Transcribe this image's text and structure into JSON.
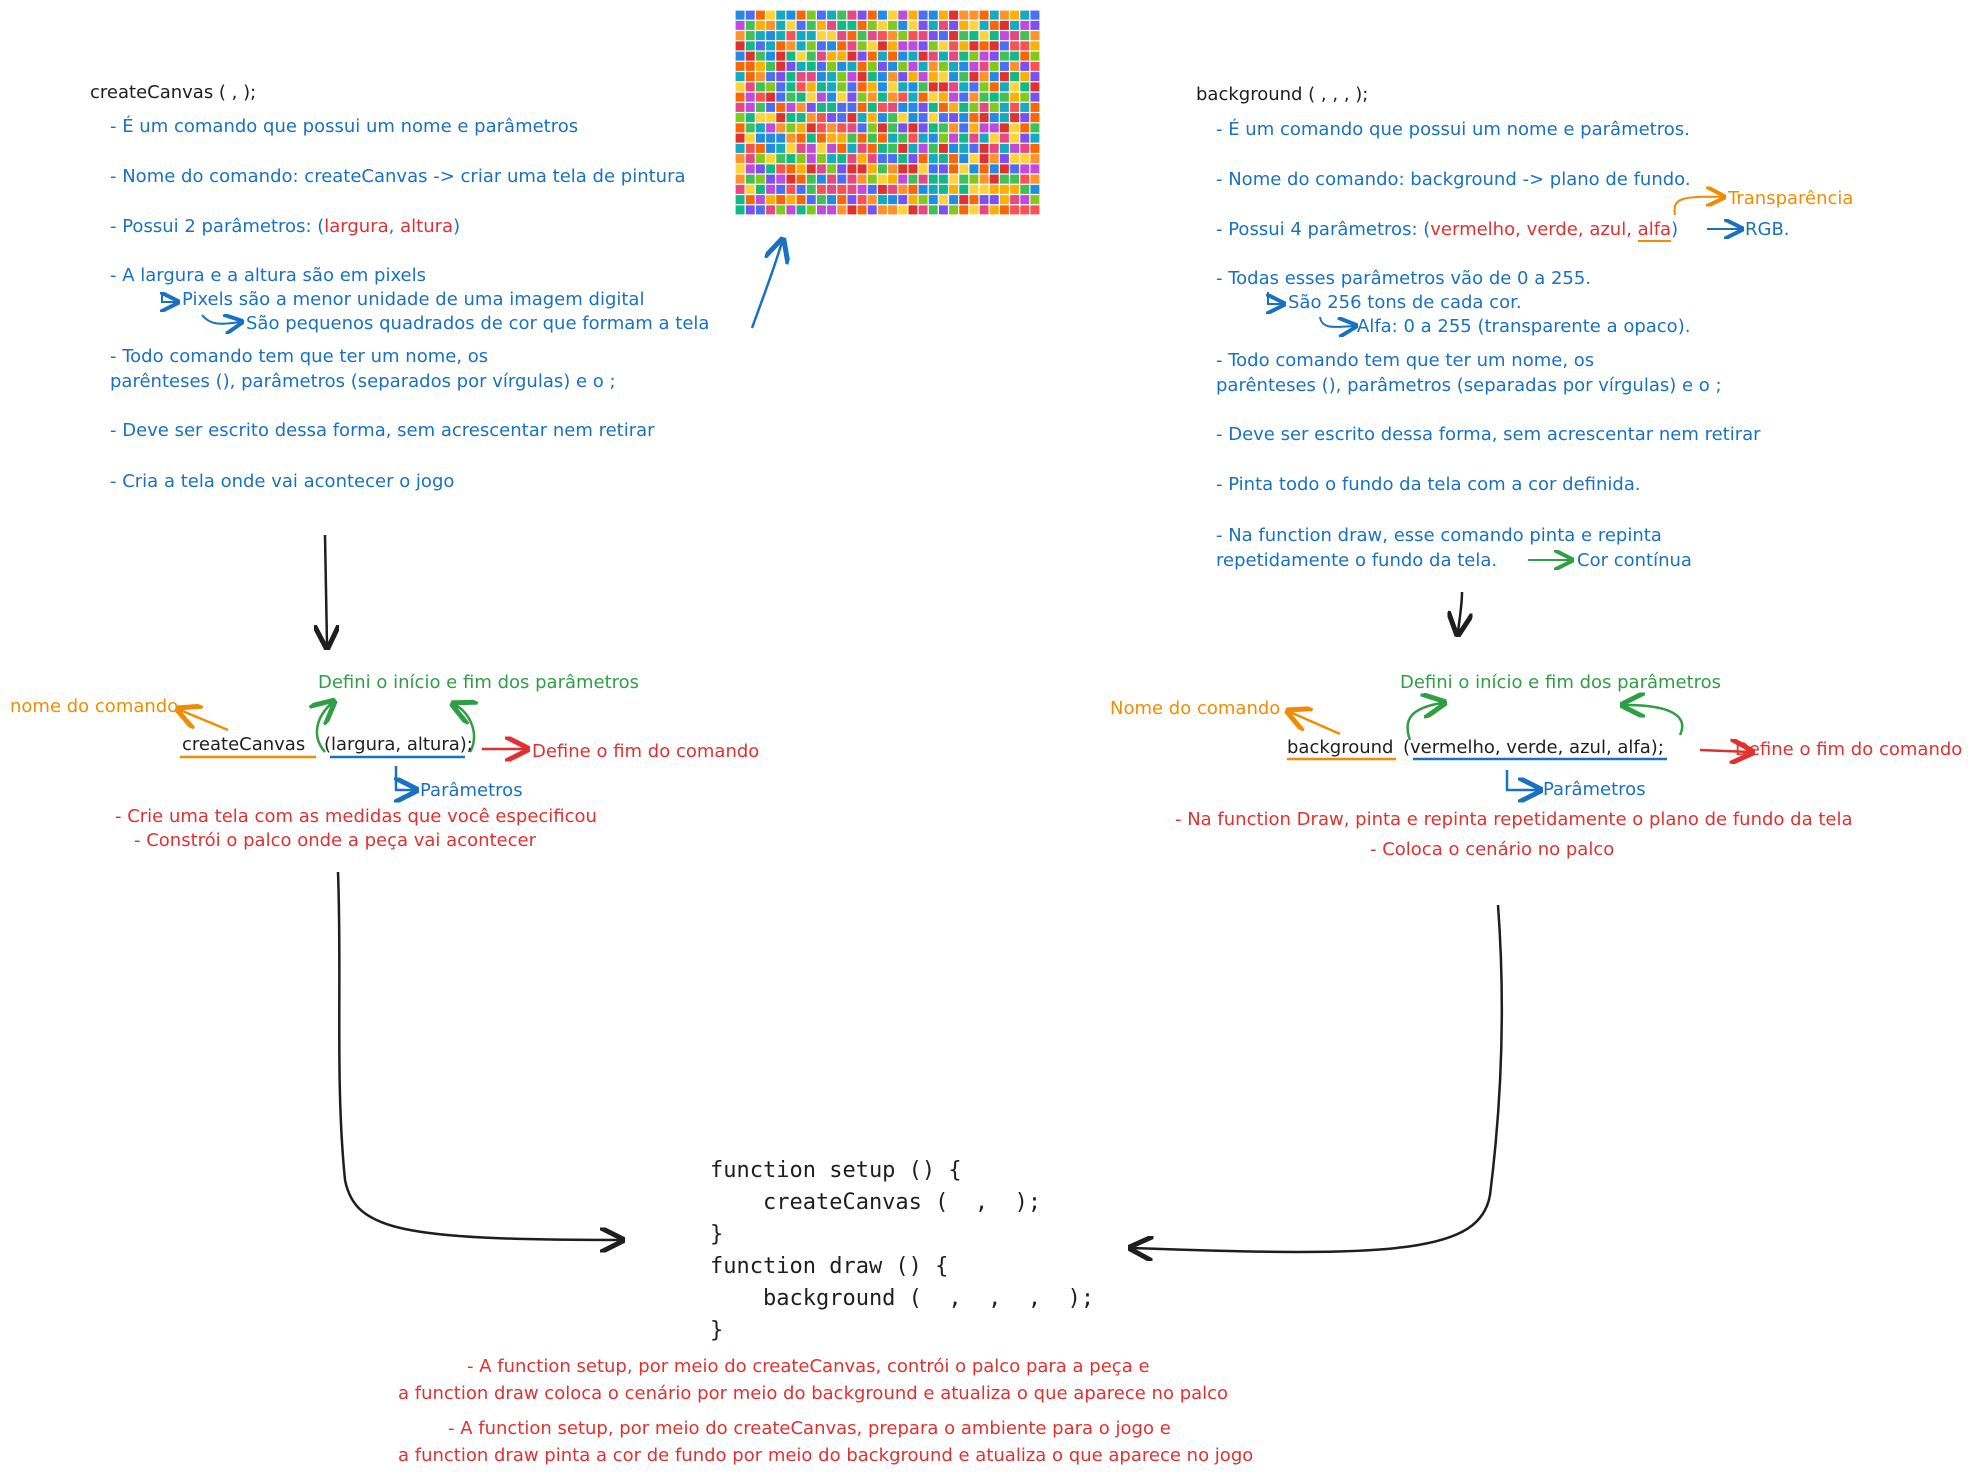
{
  "left": {
    "heading": "createCanvas (  ,  );",
    "notes": [
      "- É um comando que possui um nome e parâmetros",
      "- Nome do comando: createCanvas -> criar uma tela de pintura",
      "- Possui 2 parâmetros: (",
      "largura",
      ",",
      "altura",
      ")",
      "- A largura e a altura são em pixels",
      "Pixels são a menor unidade de uma imagem digital",
      "São pequenos quadrados de cor que formam a tela",
      "- Todo comando tem que ter um nome, os",
      "parênteses (), parâmetros (separados por vírgulas) e o ;",
      "- Deve ser escrito dessa forma, sem acrescentar nem retirar",
      "- Cria a tela onde vai acontecer o jogo"
    ],
    "diagram": {
      "top_label": "Defini o início e fim dos parâmetros",
      "name_label": "nome do comando",
      "command_name": "createCanvas",
      "command_params": "(largura, altura);",
      "end_label": "Define o fim do comando",
      "params_label": "Parâmetros",
      "desc1": "- Crie uma tela com as medidas que você especificou",
      "desc2": "- Constrói o palco onde a peça vai acontecer"
    }
  },
  "right": {
    "heading": "background (  ,  ,  ,  );",
    "notes": [
      "- É um comando que possui um nome e parâmetros.",
      "- Nome do comando: background -> plano de fundo.",
      "- Possui 4 parâmetros: (",
      "vermelho",
      "verde",
      "azul",
      "alfa",
      ")",
      "RGB.",
      "Transparência",
      "- Todas esses parâmetros vão de 0 a 255.",
      "São 256 tons de cada cor.",
      "Alfa: 0 a 255 (transparente a opaco).",
      "- Todo comando tem que ter um nome, os",
      "parênteses (), parâmetros (separadas por vírgulas) e o ;",
      "- Deve ser escrito dessa forma, sem acrescentar nem retirar",
      "- Pinta todo o fundo da tela com a cor definida.",
      "- Na function draw, esse comando pinta e repinta",
      "repetidamente o fundo da tela.",
      "Cor contínua"
    ],
    "diagram": {
      "top_label": "Defini o início e fim dos parâmetros",
      "name_label": "Nome do comando",
      "command_name": "background",
      "command_params": "(vermelho, verde, azul, alfa);",
      "end_label": "Define o fim do comando",
      "params_label": "Parâmetros",
      "desc1": "- Na function Draw, pinta e repinta repetidamente o plano de fundo da tela",
      "desc2": "- Coloca o cenário no palco"
    }
  },
  "code": [
    "function setup () {",
    "    createCanvas (  ,  );",
    "}",
    "function draw () {",
    "    background (  ,  ,  ,  );",
    "}"
  ],
  "footer": [
    "- A function setup, por meio do createCanvas, contrói o palco para a peça e",
    "a function draw coloca o cenário por meio do background e atualiza o que aparece no palco",
    "- A function setup, por meio do createCanvas, prepara o ambiente para o jogo e",
    "a function draw pinta a cor de fundo por meio do background e atualiza o que aparece no jogo"
  ],
  "colors": {
    "blue": "#1971c2",
    "red": "#e03131",
    "green": "#2f9e44",
    "orange": "#f08c00",
    "black": "#1e1e1e"
  },
  "mosaic": {
    "palette": [
      "#e03131",
      "#f76707",
      "#fab005",
      "#ffd43b",
      "#40c057",
      "#12b886",
      "#15aabf",
      "#228be6",
      "#4c6ef5",
      "#7950f2",
      "#be4bdb",
      "#e64980",
      "#fa5252",
      "#82c91e",
      "#ff922b"
    ]
  }
}
